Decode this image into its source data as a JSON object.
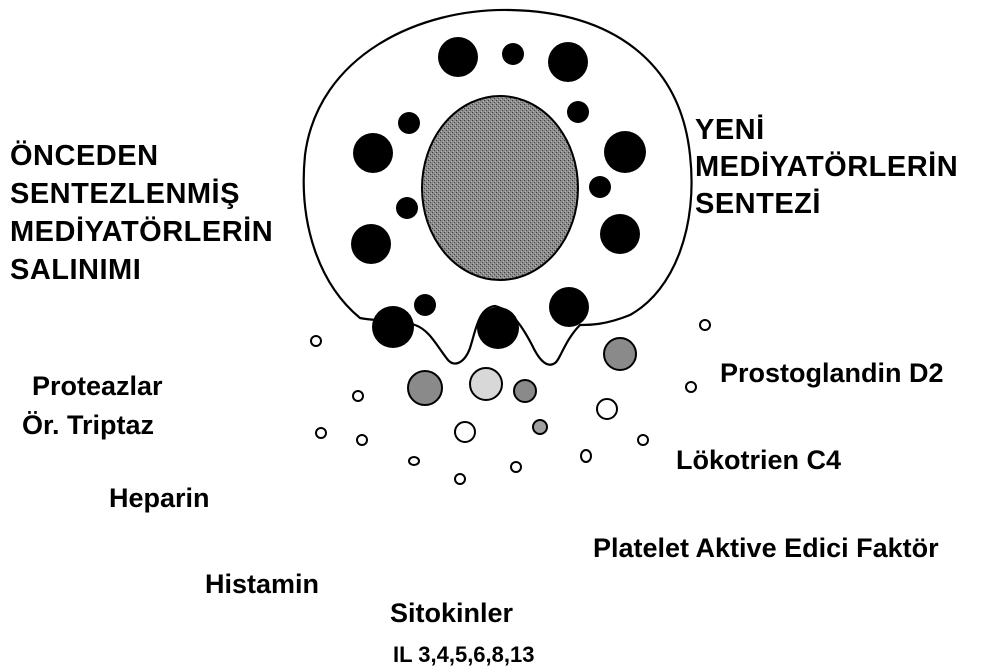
{
  "labels": {
    "released_line1": "ÖNCEDEN",
    "released_line2": "SENTEZLENMİŞ",
    "released_line3": "MEDİYATÖRLERİN",
    "released_line4": "SALINIMI",
    "synth_line1": "YENİ",
    "synth_line2": "MEDİYATÖRLERİN",
    "synth_line3": "SENTEZİ",
    "proteases_line1": "Proteazlar",
    "proteases_line2": "Ör. Triptaz",
    "heparin": "Heparin",
    "histamine": "Histamin",
    "cytokines": "Sitokinler",
    "interleukins": "IL 3,4,5,6,8,13",
    "prostaglandin": "Prostoglandin D2",
    "leukotriene": "Lökotrien C4",
    "paf": "Platelet Aktive Edici Faktör"
  },
  "colors": {
    "ink": "#000000",
    "nucleus_fill": "#7a7a7a",
    "granule_dark_gray": "#8a8a8a",
    "granule_mid_gray": "#a0a0a0",
    "granule_light_gray": "#d8d8d8",
    "background": "#ffffff"
  }
}
